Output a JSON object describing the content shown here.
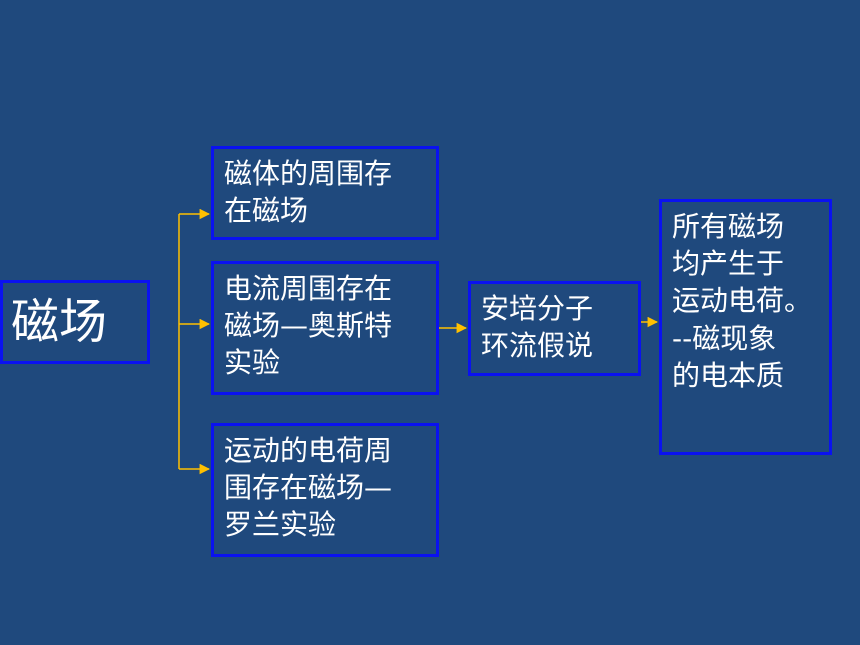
{
  "diagram": {
    "root": {
      "label": "磁场"
    },
    "causes": [
      {
        "label": "磁体的周围存\n在磁场"
      },
      {
        "label": "电流周围存在\n磁场—奥斯特\n实验"
      },
      {
        "label": "运动的电荷周\n围存在磁场—\n罗兰实验"
      }
    ],
    "hypothesis": {
      "label": "安培分子\n环流假说"
    },
    "conclusion": {
      "label": "所有磁场\n均产生于\n运动电荷。\n--磁现象\n的电本质"
    }
  },
  "colors": {
    "background": "#1F497D",
    "box_border": "#0A12F0",
    "arrow": "#FFC000",
    "text": "#FFFFFF"
  }
}
